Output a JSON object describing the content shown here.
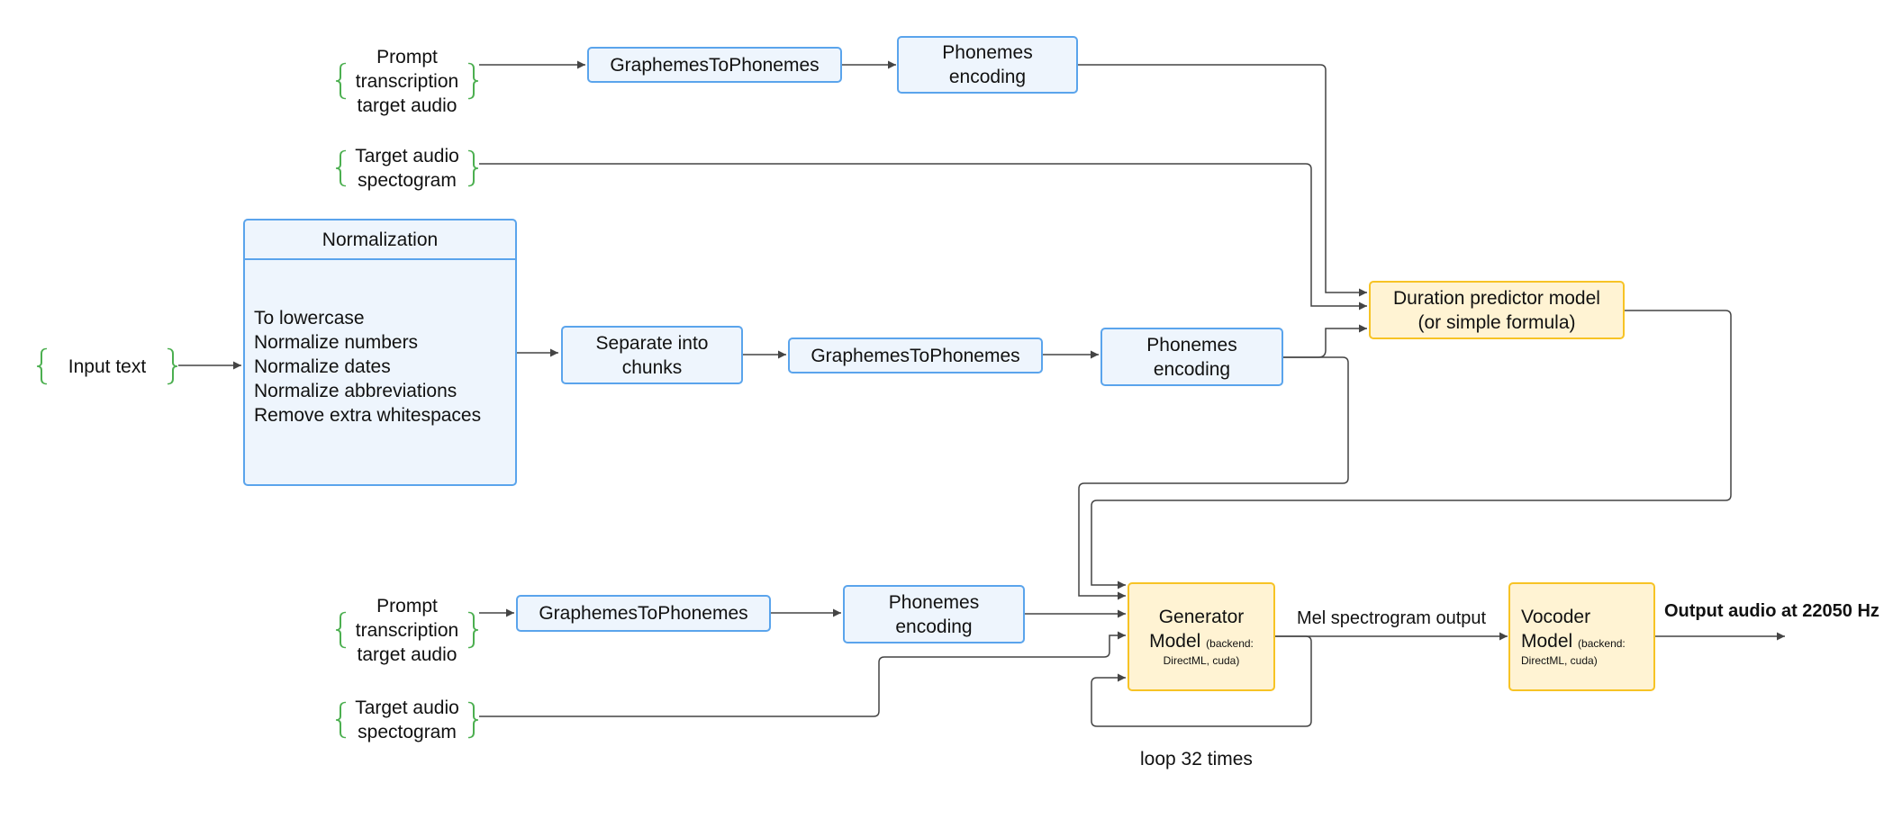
{
  "inputs": {
    "prompt_top": [
      "Prompt",
      "transcription",
      "target audio"
    ],
    "spectro_top": [
      "Target audio",
      "spectogram"
    ],
    "input_text": "Input text",
    "prompt_bottom": [
      "Prompt",
      "transcription",
      "target audio"
    ],
    "spectro_bottom": [
      "Target audio",
      "spectogram"
    ]
  },
  "nodes": {
    "g2p_top": "GraphemesToPhonemes",
    "enc_top": [
      "Phonemes",
      "encoding"
    ],
    "normalization": {
      "title": "Normalization",
      "items": [
        "To lowercase",
        "Normalize numbers",
        "Normalize dates",
        "Normalize abbreviations",
        "Remove extra whitespaces"
      ]
    },
    "chunks": [
      "Separate into",
      "chunks"
    ],
    "g2p_mid": "GraphemesToPhonemes",
    "enc_mid": [
      "Phonemes",
      "encoding"
    ],
    "duration": [
      "Duration predictor model",
      "(or simple formula)"
    ],
    "g2p_bottom": "GraphemesToPhonemes",
    "enc_bottom": [
      "Phonemes",
      "encoding"
    ],
    "generator": {
      "line1": "Generator",
      "line2": "Model",
      "backend": "(backend:",
      "backend2": "DirectML, cuda)"
    },
    "vocoder": {
      "line1": "Vocoder",
      "line2": "Model",
      "backend": "(backend:",
      "backend2": "DirectML, cuda)"
    }
  },
  "labels": {
    "mel": "Mel spectrogram output",
    "output": "Output audio at 22050 Hz",
    "loop": "loop 32 times"
  },
  "colors": {
    "blue_fill": "#eef5fd",
    "blue_border": "#5aa4ec",
    "yellow_fill": "#fff3d3",
    "yellow_border": "#f7c325",
    "brace": "#4caf50",
    "wire": "#444444"
  }
}
